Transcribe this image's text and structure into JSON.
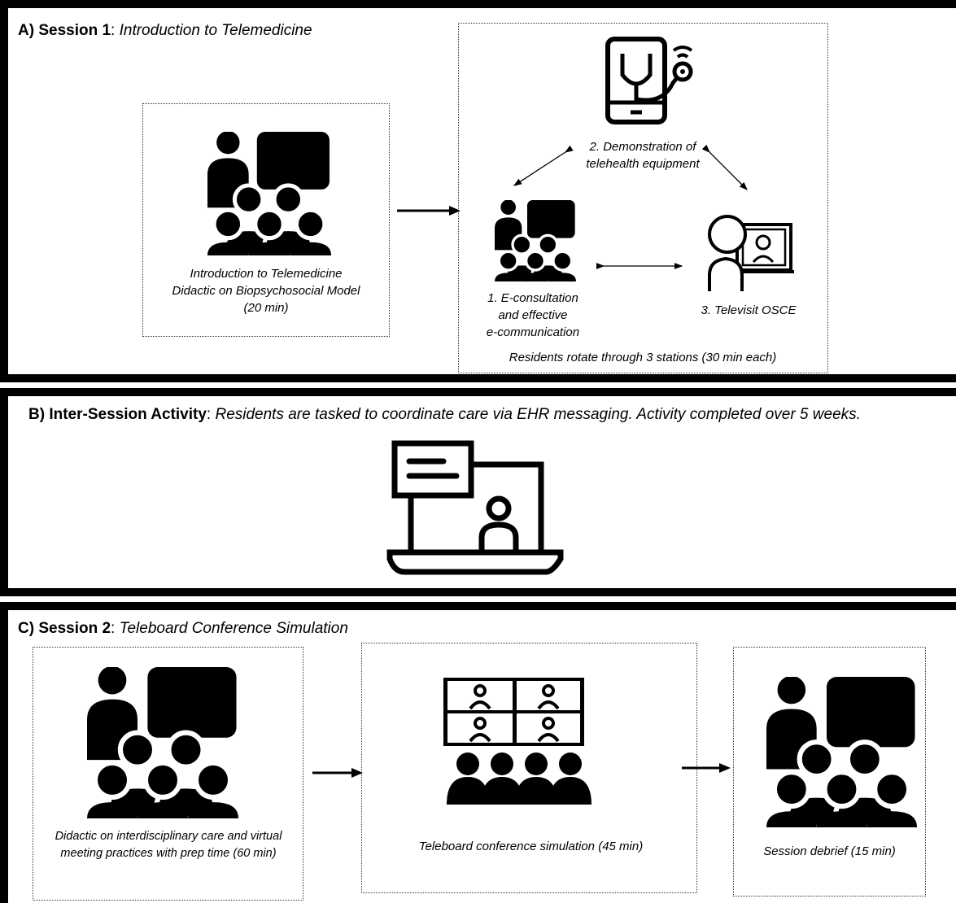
{
  "session1": {
    "label": "A) Session 1",
    "separator": ": ",
    "subtitle": "Introduction to Telemedicine",
    "intro_caption": [
      "Introduction to Telemedicine",
      "Didactic on Biopsychosocial Model",
      "(20 min)"
    ],
    "station1_caption": [
      "1. E-consultation",
      "and effective",
      "e-communication"
    ],
    "station2_caption": [
      "2. Demonstration of",
      "telehealth equipment"
    ],
    "station3_caption": "3. Televisit OSCE",
    "rotation_note": "Residents rotate through 3 stations (30 min each)"
  },
  "intersession": {
    "label": "B) Inter-Session Activity",
    "separator": ": ",
    "subtitle": "Residents are tasked to coordinate care via EHR messaging. Activity completed over 5 weeks."
  },
  "session2": {
    "label": "C) Session 2",
    "separator": ": ",
    "subtitle": "Teleboard Conference Simulation",
    "step1_caption": [
      "Didactic on interdisciplinary care and virtual",
      "meeting practices with prep time (60 min)"
    ],
    "step2_caption": "Teleboard conference simulation (45 min)",
    "step3_caption": "Session debrief (15 min)"
  },
  "icons": [
    "classroom-icon",
    "phone-stethoscope-icon",
    "televisit-icon",
    "laptop-message-icon",
    "video-grid-audience-icon"
  ]
}
